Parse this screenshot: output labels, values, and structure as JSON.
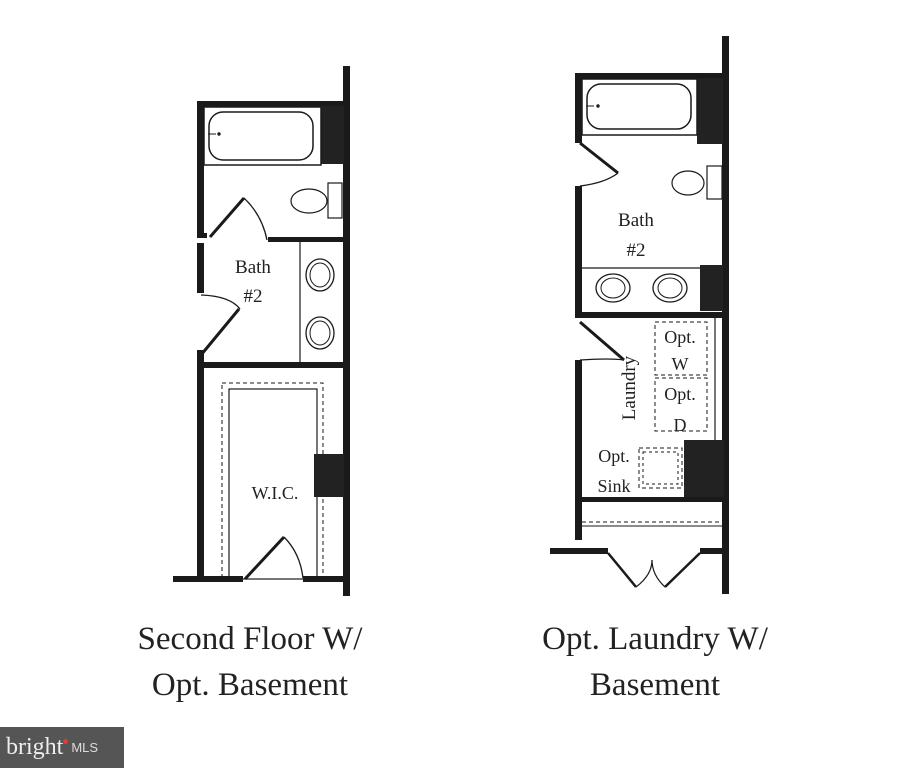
{
  "plans": [
    {
      "id": "second-floor",
      "caption_line1": "Second Floor W/",
      "caption_line2": "Opt. Basement",
      "rooms": {
        "bath_label_1": "Bath",
        "bath_label_2": "#2",
        "wic": "W.I.C."
      }
    },
    {
      "id": "opt-laundry",
      "caption_line1": "Opt. Laundry W/",
      "caption_line2": "Basement",
      "rooms": {
        "bath_label_1": "Bath",
        "bath_label_2": "#2",
        "laundry": "Laundry",
        "washer_1": "Opt.",
        "washer_2": "W",
        "dryer_1": "Opt.",
        "dryer_2": "D",
        "sink_1": "Opt.",
        "sink_2": "Sink"
      }
    }
  ],
  "watermark": {
    "brand": "bright",
    "suffix": "MLS",
    "accent_color": "#e23a3a"
  }
}
